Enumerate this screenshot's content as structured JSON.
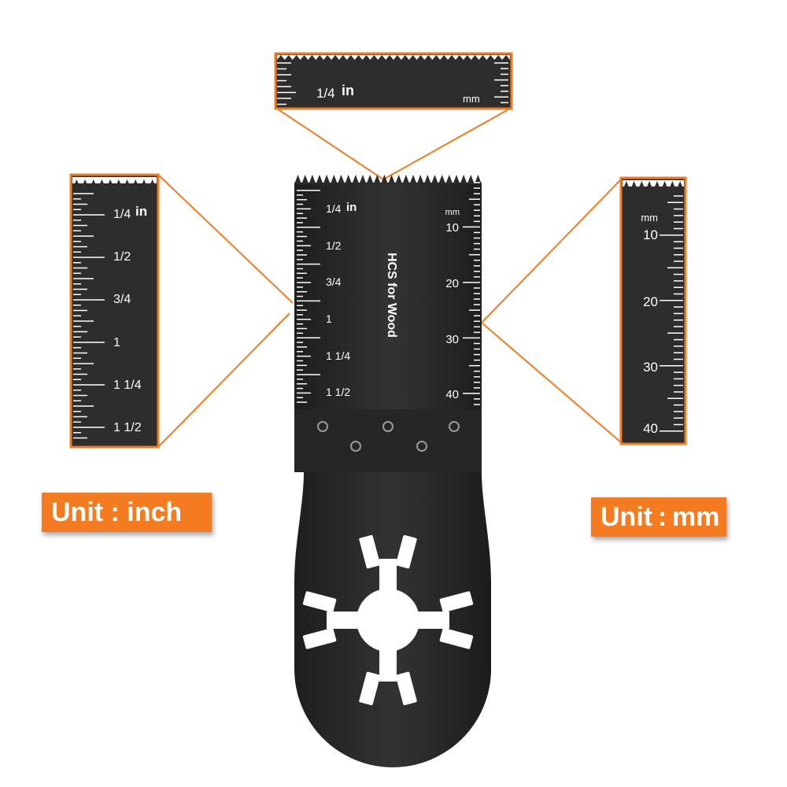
{
  "product": {
    "blade_label": "HCS for Wood",
    "colors": {
      "accent": "#f47b20",
      "blade": "#2b2b2b",
      "marking": "#ffffff"
    }
  },
  "units": {
    "inch_badge": "Unit : inch",
    "mm_badge": "Unit : mm"
  },
  "blade_scale": {
    "inch_unit": "in",
    "mm_unit": "mm",
    "inch_marks": [
      "1/4",
      "1/2",
      "3/4",
      "1",
      "1 1/4",
      "1 1/2"
    ],
    "mm_marks": [
      "10",
      "20",
      "30",
      "40"
    ]
  },
  "zoom_top": {
    "inch_mark": "1/4",
    "inch_unit": "in",
    "mm_unit": "mm"
  },
  "zoom_left": {
    "inch_unit": "in",
    "inch_marks": [
      "1/4",
      "1/2",
      "3/4",
      "1",
      "1 1/4",
      "1 1/2"
    ]
  },
  "zoom_right": {
    "mm_unit": "mm",
    "mm_marks": [
      "10",
      "20",
      "30",
      "40"
    ]
  }
}
